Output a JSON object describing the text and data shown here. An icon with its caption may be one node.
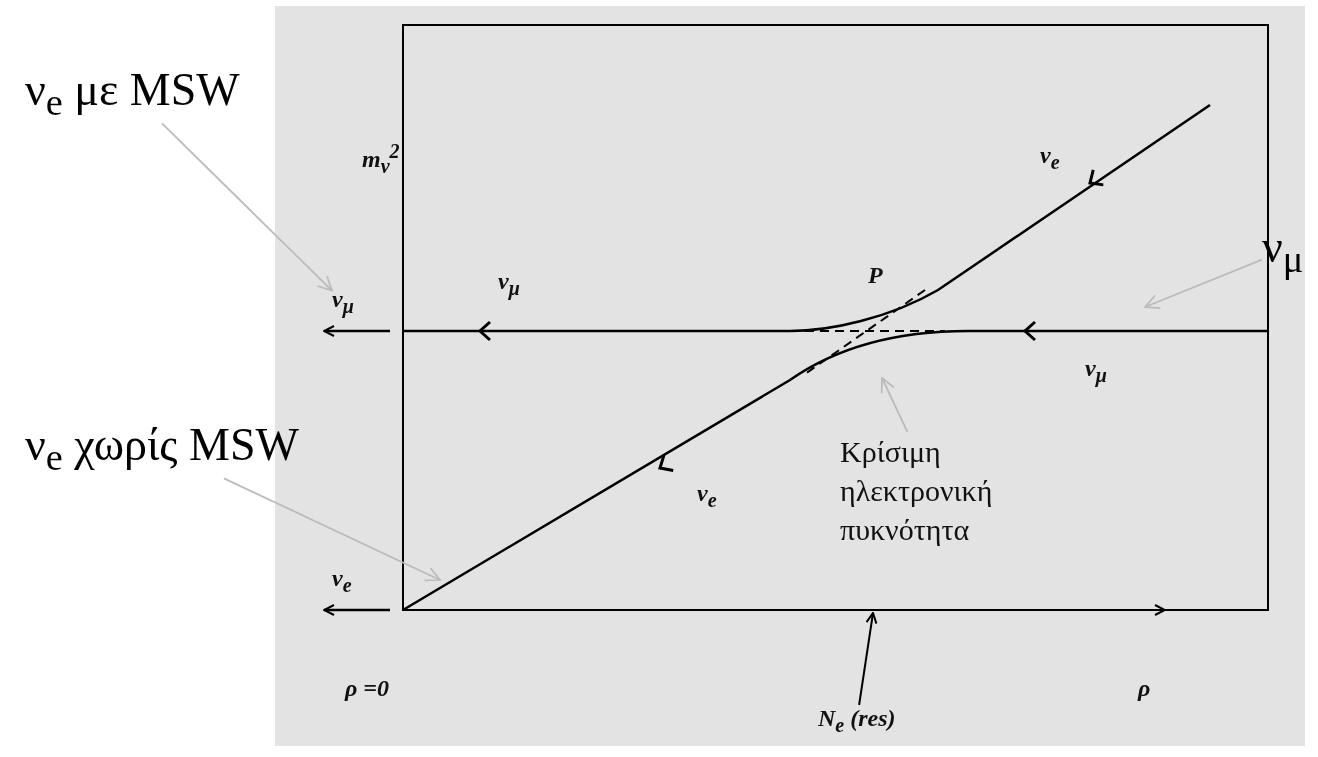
{
  "diagram": {
    "nodes": [
      {
        "text": [
          "ν$_{e}$ με MSW"
        ]
      },
      {
        "text": [
          "ν$_{μ}$"
        ]
      },
      {
        "text": [
          "ν$_{μ}$"
        ]
      },
      {
        "text": [
          "ν$_{e}$ χωρίς MSW"
        ]
      },
      {
        "text": [
          "Κρίσιμη ηλεκτρονική πυκνότητα"
        ]
      },
      {
        "text": [
          "N$_{e}$ (res)"
        ]
      }
    ],
    "edges": [
      {
        "from": 0,
        "to": 1,
        "arrow": "to"
      },
      {
        "from": 2,
        "to": null,
        "arrow": "to"
      },
      {
        "from": 3,
        "to": null,
        "arrow": "to"
      },
      {
        "from": 4,
        "to": null,
        "arrow": "to"
      },
      {
        "from": 5,
        "to": null,
        "arrow": "to",
        "color": "#000000"
      }
    ],
    "labels": [
      "m$_{ν}$$^{2}$",
      "ν$_{e}$",
      "P",
      "ν$_{μ}$",
      "ν$_{μ}$",
      "ν$_{e}$",
      "ν$_{e}$",
      "ρ =0",
      "ρ"
    ]
  }
}
